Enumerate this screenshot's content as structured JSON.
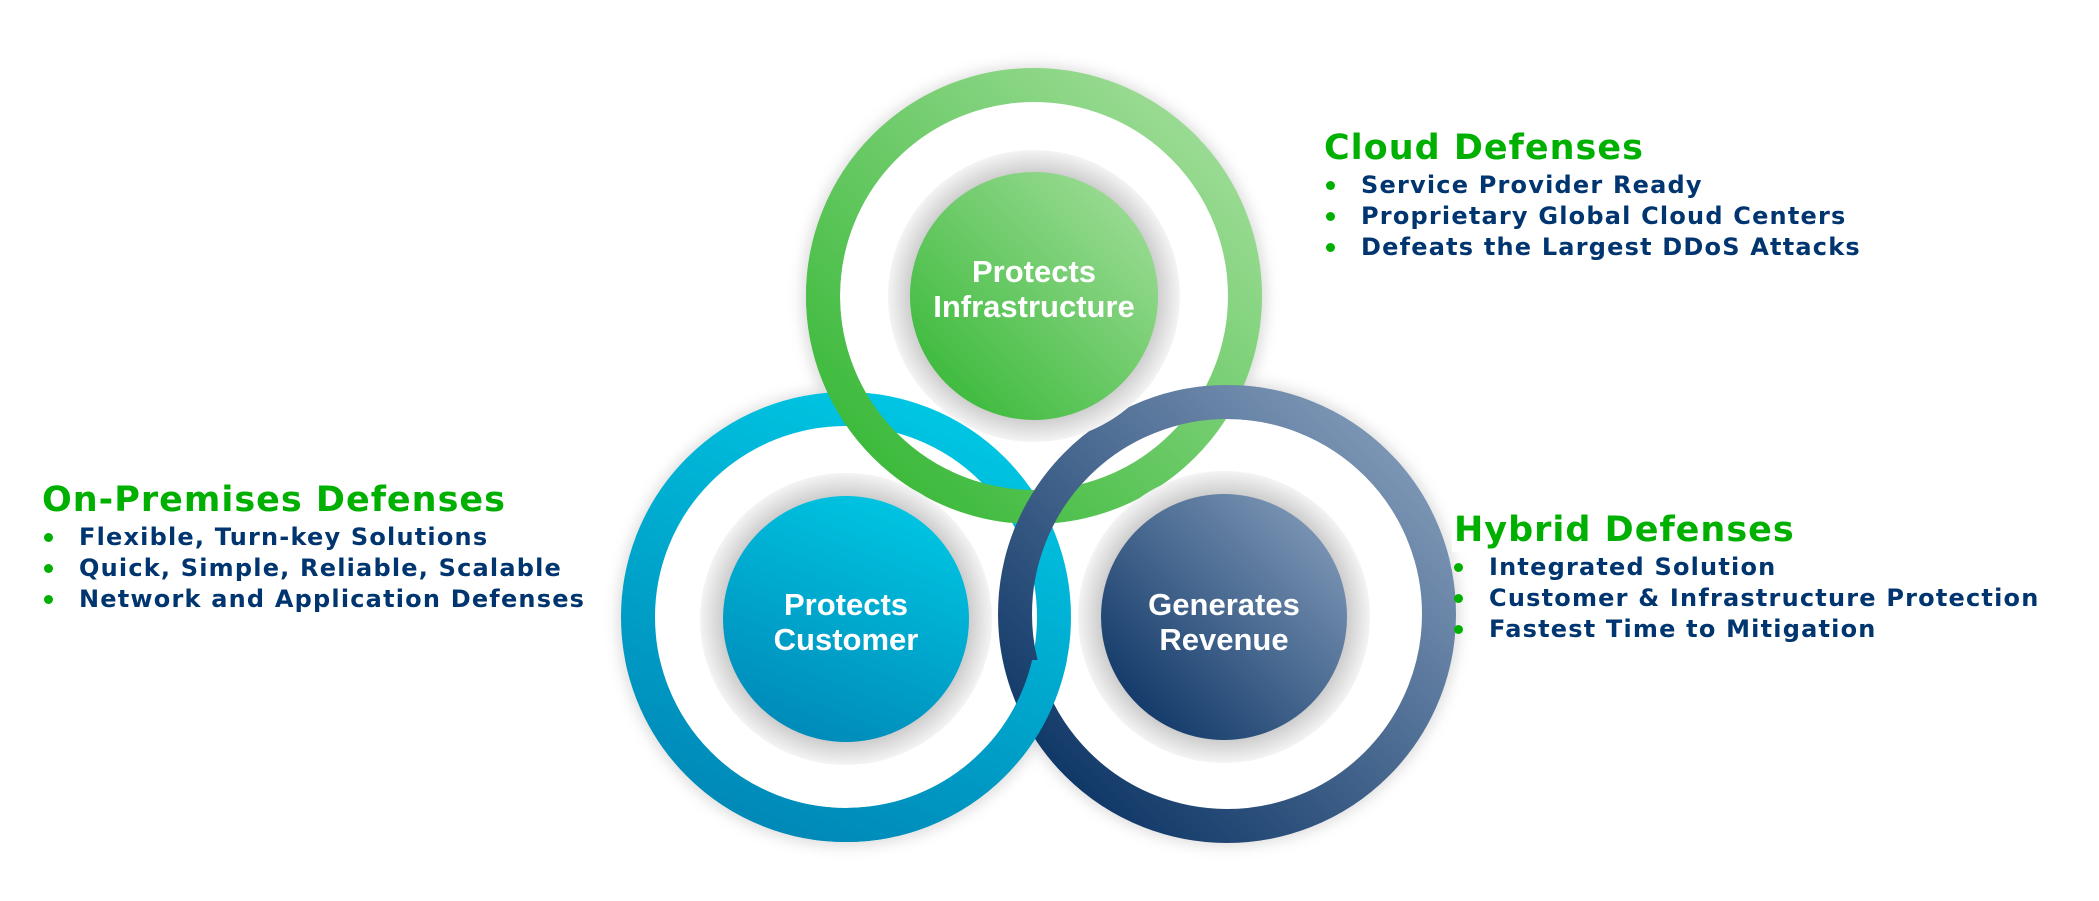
{
  "diagram": {
    "nodes": [
      {
        "id": "infrastructure",
        "line1": "Protects",
        "line2": "Infrastructure",
        "color": "#3cb83c"
      },
      {
        "id": "customer",
        "line1": "Protects",
        "line2": "Customer",
        "color": "#00a6d2"
      },
      {
        "id": "revenue",
        "line1": "Generates",
        "line2": "Revenue",
        "color": "#244a7a"
      }
    ]
  },
  "cloud": {
    "title": "Cloud Defenses",
    "items": [
      "Service Provider Ready",
      "Proprietary Global Cloud Centers",
      "Defeats the Largest DDoS Attacks"
    ]
  },
  "onprem": {
    "title": "On-Premises Defenses",
    "items": [
      "Flexible, Turn-key Solutions",
      "Quick, Simple, Reliable, Scalable",
      "Network and Application Defenses"
    ]
  },
  "hybrid": {
    "title": "Hybrid Defenses",
    "items": [
      "Integrated Solution",
      "Customer & Infrastructure Protection",
      "Fastest Time to Mitigation"
    ]
  },
  "colors": {
    "heading": "#00b000",
    "text": "#003570",
    "bullet": "#00b000"
  }
}
